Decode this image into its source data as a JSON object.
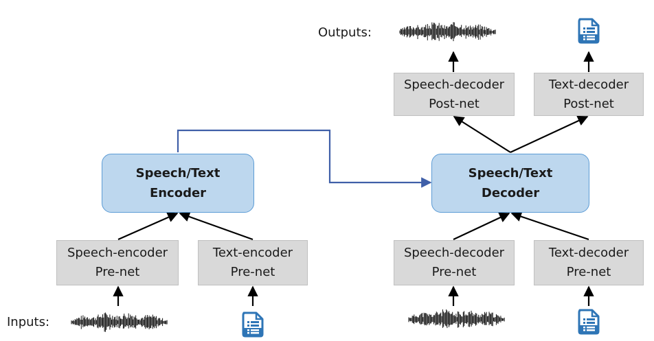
{
  "labels": {
    "outputs": "Outputs:",
    "inputs": "Inputs:"
  },
  "encoder": {
    "line1": "Speech/Text",
    "line2": "Encoder"
  },
  "decoder": {
    "line1": "Speech/Text",
    "line2": "Decoder"
  },
  "speech_encoder_prenet": {
    "line1": "Speech-encoder",
    "line2": "Pre-net"
  },
  "text_encoder_prenet": {
    "line1": "Text-encoder",
    "line2": "Pre-net"
  },
  "speech_decoder_prenet": {
    "line1": "Speech-decoder",
    "line2": "Pre-net"
  },
  "text_decoder_prenet": {
    "line1": "Text-decoder",
    "line2": "Pre-net"
  },
  "speech_decoder_postnet": {
    "line1": "Speech-decoder",
    "line2": "Post-net"
  },
  "text_decoder_postnet": {
    "line1": "Text-decoder",
    "line2": "Post-net"
  },
  "icons": {
    "waveform": "waveform-icon",
    "document": "text-document-icon"
  },
  "colors": {
    "module_fill": "#bdd7ee",
    "module_border": "#5b9bd5",
    "prenet_fill": "#d9d9d9",
    "skip_connection": "#3f5fa8",
    "document_icon": "#2e75b6"
  }
}
